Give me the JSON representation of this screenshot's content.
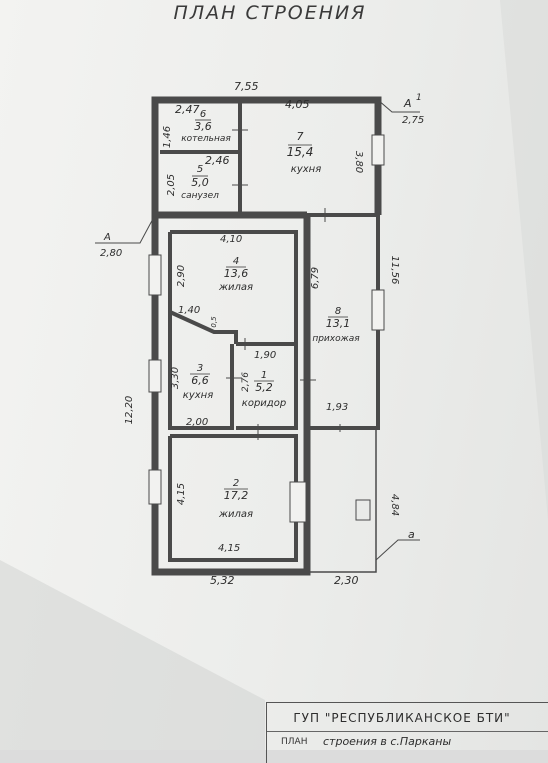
{
  "title": "ПЛАН СТРОЕНИЯ",
  "stamp": {
    "organization": "ГУП \"РЕСПУБЛИКАНСКОЕ БТИ\"",
    "label": "ПЛАН",
    "value": "строения в с.Парканы"
  },
  "rooms": [
    {
      "num": "6",
      "area": "3,6",
      "name": "котельная",
      "w": "2,47",
      "h": "1,46"
    },
    {
      "num": "5",
      "area": "5,0",
      "name": "санузел",
      "w": "2,46",
      "h": "2,05"
    },
    {
      "num": "7",
      "area": "15,4",
      "name": "кухня",
      "w": "4,05",
      "h": "3,80"
    },
    {
      "num": "4",
      "area": "13,6",
      "name": "жилая",
      "w": "4,10",
      "h": "2,90",
      "extra": "1,40",
      "extra2": "0,5"
    },
    {
      "num": "8",
      "area": "13,1",
      "name": "прихожая",
      "h": "6,79",
      "w": "1,93"
    },
    {
      "num": "3",
      "area": "6,6",
      "name": "кухня",
      "h": "3,30",
      "w": "2,00"
    },
    {
      "num": "1",
      "area": "5,2",
      "name": "коридор",
      "w": "1,90",
      "h": "2,76"
    },
    {
      "num": "2",
      "area": "17,2",
      "name": "жилая",
      "h": "4,15",
      "w": "4,15"
    }
  ],
  "dimensions": {
    "top": "7,55",
    "right_total": "11,56",
    "left_total": "12,20",
    "bottom_left": "5,32",
    "bottom_right": "2,30",
    "porch": "4,84"
  },
  "sections": {
    "a1_label": "A",
    "a1_num": "1",
    "a1_height": "2,75",
    "a_left_label": "A",
    "a_left_height": "2,80",
    "a_small": "a"
  }
}
